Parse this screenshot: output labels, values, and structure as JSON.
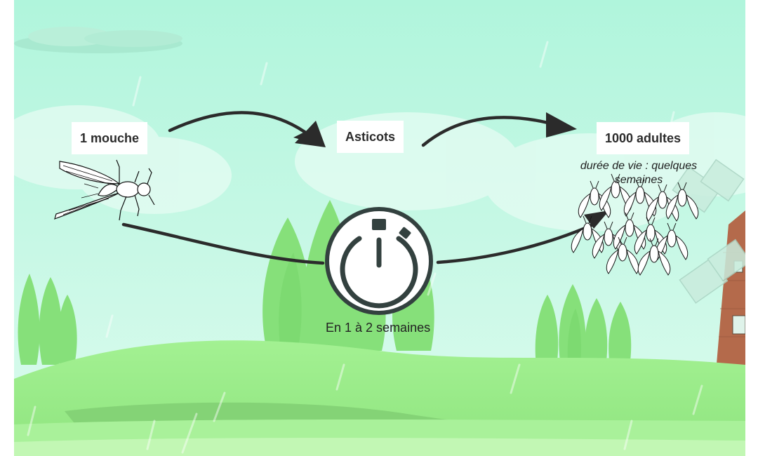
{
  "labels": {
    "fly": "1 mouche",
    "maggots": "Asticots",
    "adults": "1000 adultes",
    "lifespan": "durée de vie : quelques semaines",
    "duration": "En 1 à 2 semaines"
  },
  "icons": {
    "fly": "fly-icon",
    "flies_swarm": "fly-swarm-icon",
    "timer": "stopwatch-icon",
    "windmill": "windmill-icon"
  },
  "colors": {
    "sky_top": "#b0f5dc",
    "sky_bottom": "#dcfbee",
    "hill": "#9eee8c",
    "tree": "#86e07a",
    "arrow": "#2b2b2b",
    "timer": "#33413f",
    "brick": "#b46a4b"
  }
}
